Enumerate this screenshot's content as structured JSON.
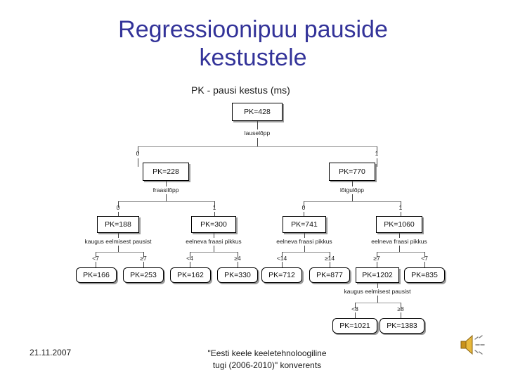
{
  "slide": {
    "title_line1": "Regressioonipuu pauside",
    "title_line2": "kestustele",
    "title_color": "#333399"
  },
  "figure": {
    "caption": "PK - pausi kestus (ms)",
    "root": {
      "value": "PK=428",
      "split_variable": "lauselõpp",
      "branches": [
        "0",
        "1"
      ]
    },
    "level2": [
      {
        "value": "PK=228",
        "split_variable": "fraasilõpp",
        "branches": [
          "0",
          "1"
        ]
      },
      {
        "value": "PK=770",
        "split_variable": "lõigulõpp",
        "branches": [
          "0",
          "1"
        ]
      }
    ],
    "level3": [
      {
        "value": "PK=188",
        "split_variable": "kaugus eelmisest pausist",
        "branches": [
          "<7",
          "≥7"
        ]
      },
      {
        "value": "PK=300",
        "split_variable": "eelneva fraasi pikkus",
        "branches": [
          "<4",
          "≥4"
        ]
      },
      {
        "value": "PK=741",
        "split_variable": "eelneva fraasi pikkus",
        "branches": [
          "<14",
          "≥14"
        ]
      },
      {
        "value": "PK=1060",
        "split_variable": "eelneva fraasi pikkus",
        "branches": [
          "≥7",
          "<7"
        ]
      }
    ],
    "leaves": [
      {
        "value": "PK=166"
      },
      {
        "value": "PK=253"
      },
      {
        "value": "PK=162"
      },
      {
        "value": "PK=330"
      },
      {
        "value": "PK=712"
      },
      {
        "value": "PK=877"
      },
      {
        "value": "PK=1202"
      },
      {
        "value": "PK=835"
      }
    ],
    "level5": {
      "parent_value": "PK=1202",
      "split_variable": "kaugus eelmisest pausist",
      "branches": [
        "<8",
        "≥8"
      ],
      "leaves": [
        {
          "value": "PK=1021"
        },
        {
          "value": "PK=1383"
        }
      ]
    }
  },
  "footer": {
    "date": "21.11.2007",
    "conference_line1": "\"Eesti keele keeletehnoloogiline",
    "conference_line2": "tugi (2006-2010)\" konverents"
  },
  "icons": {
    "sound": "speaker-icon",
    "sound_color": "#d9a11c"
  }
}
